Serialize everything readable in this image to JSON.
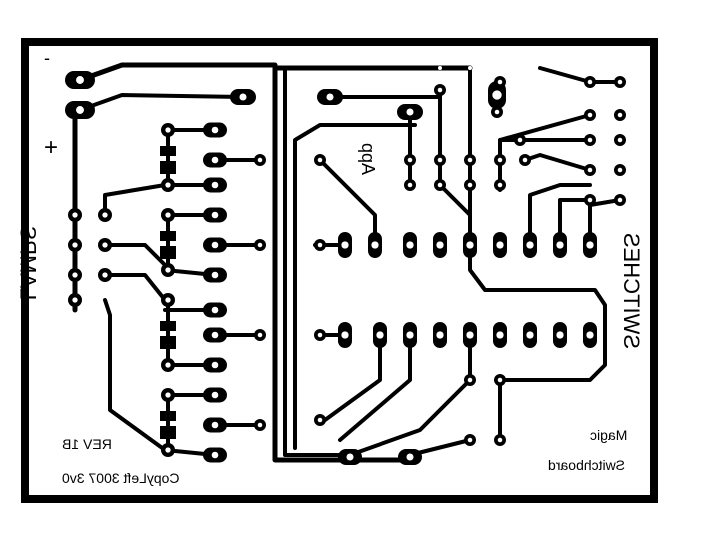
{
  "labels": {
    "minus": "-",
    "plus": "+",
    "lamps": "LAMPS",
    "app": "App",
    "switches": "SWITCHES",
    "rev": "REV 1B",
    "copyleft": "CopyLeft 3007 3v0",
    "magic": "Magic",
    "switchboard": "Switchboard"
  },
  "colors": {
    "copper": "#000000",
    "board": "#ffffff",
    "drill": "#ffffff"
  }
}
